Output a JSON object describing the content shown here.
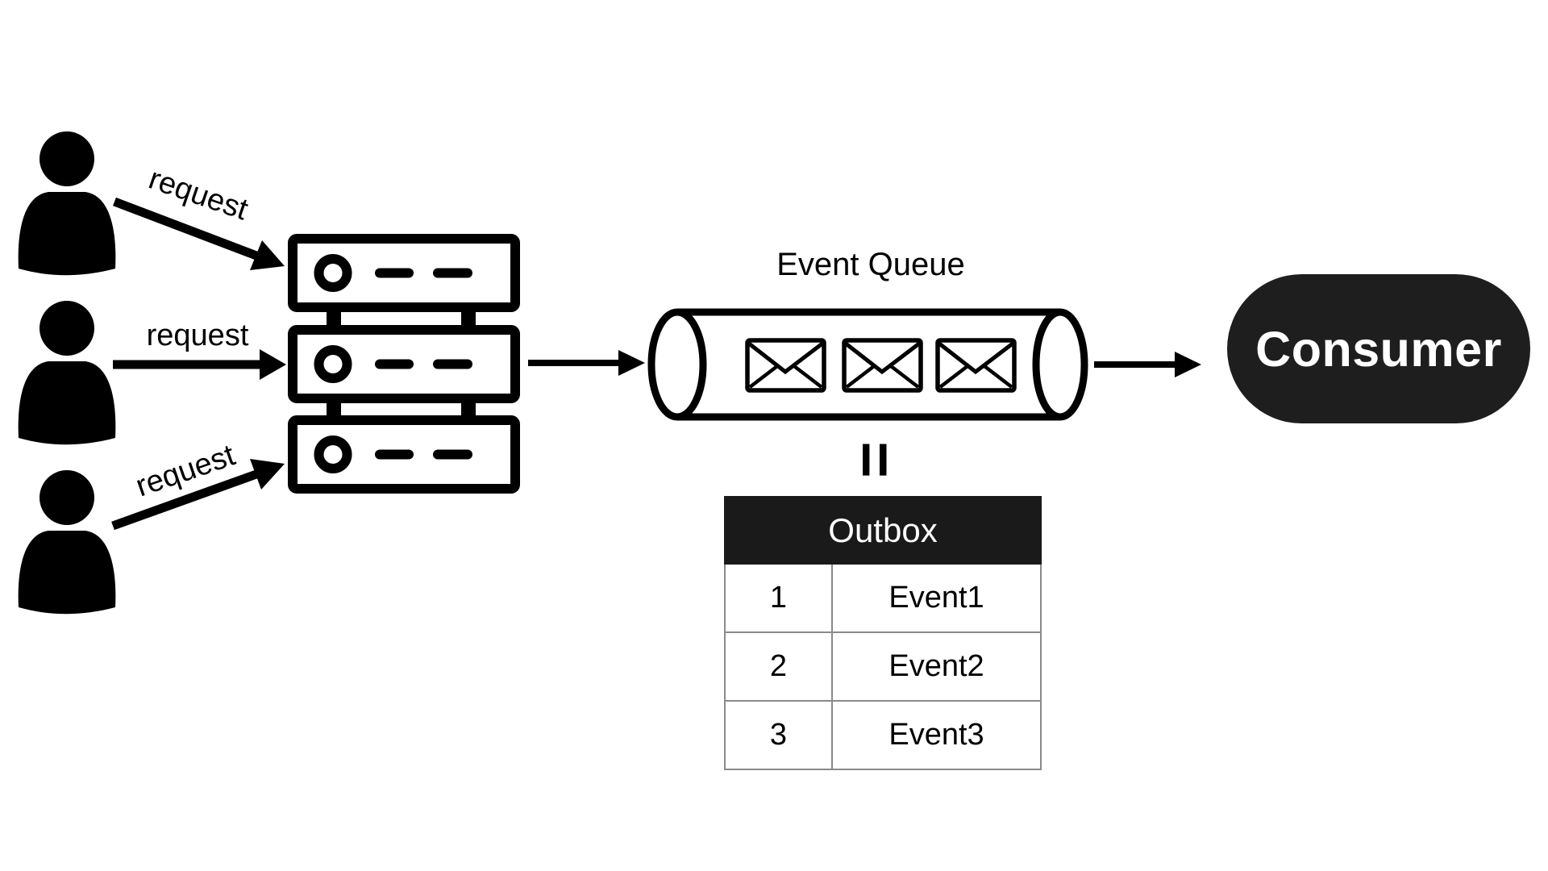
{
  "labels": {
    "requests": [
      "request",
      "request",
      "request"
    ],
    "event_queue": "Event Queue",
    "consumer": "Consumer",
    "equals": "="
  },
  "outbox": {
    "header": "Outbox",
    "rows": [
      {
        "seq": "1",
        "event": "Event1"
      },
      {
        "seq": "2",
        "event": "Event2"
      },
      {
        "seq": "3",
        "event": "Event3"
      }
    ]
  },
  "icons": {
    "user": "person-icon",
    "server": "server-rack-icon",
    "queue": "cylinder-queue-icon",
    "message": "envelope-icon",
    "arrow": "arrow-right-icon",
    "equals": "equals-icon"
  },
  "colors": {
    "ink": "#000000",
    "background": "#ffffff",
    "consumer_pill_bg": "#1e1e1e",
    "outbox_header_bg": "#1a1a1a",
    "table_border": "#8a8a8a",
    "text_on_dark": "#ffffff"
  }
}
